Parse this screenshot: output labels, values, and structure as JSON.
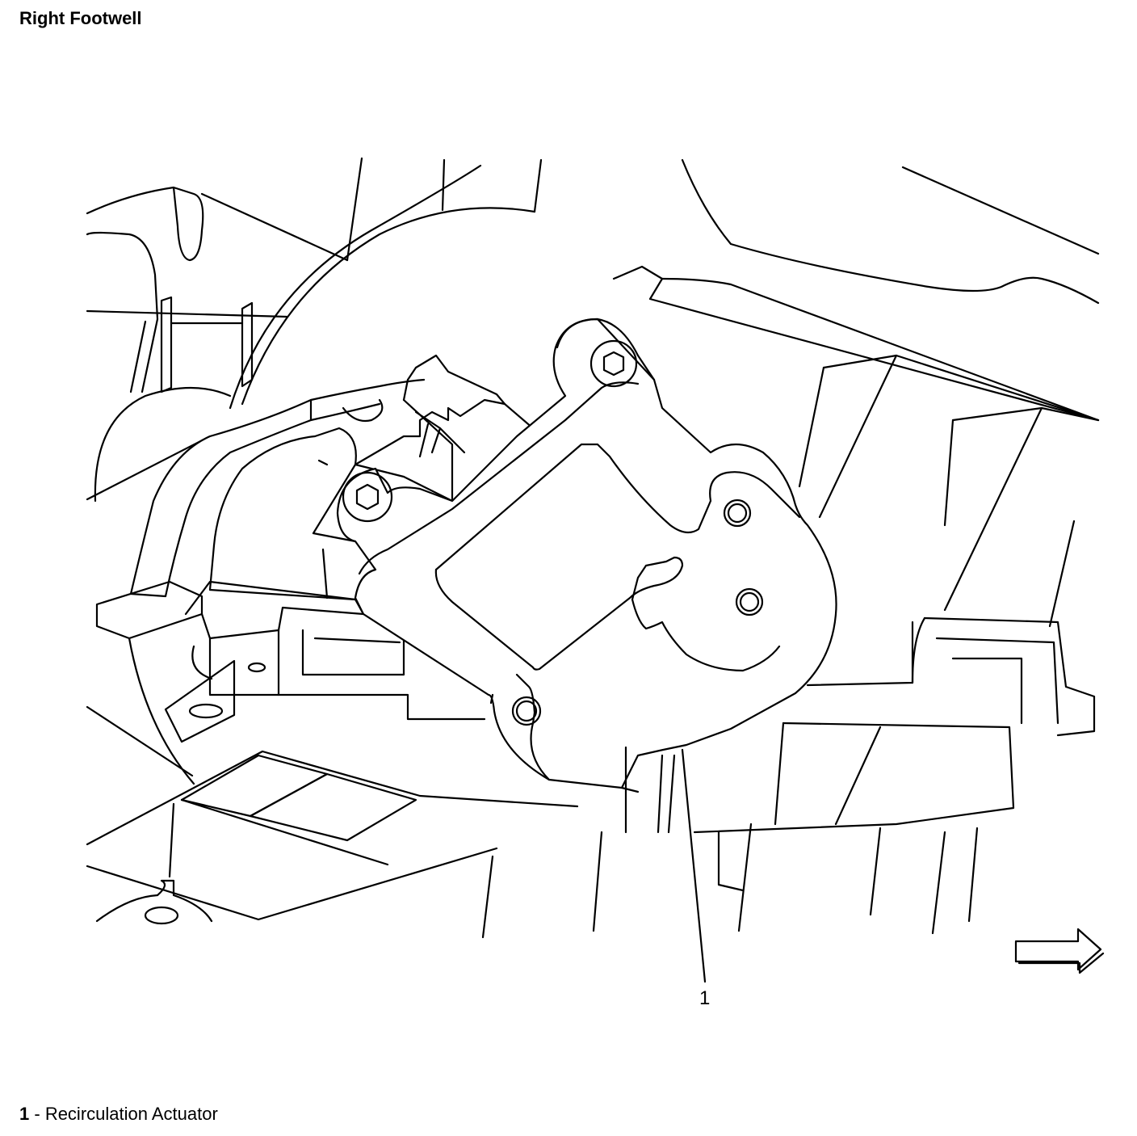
{
  "title": "Right Footwell",
  "callouts": [
    {
      "number": "1"
    }
  ],
  "legend": [
    {
      "number": "1",
      "separator": " - ",
      "label": "Recirculation Actuator"
    }
  ],
  "icons": {
    "direction_arrow": "arrow-right-icon"
  }
}
